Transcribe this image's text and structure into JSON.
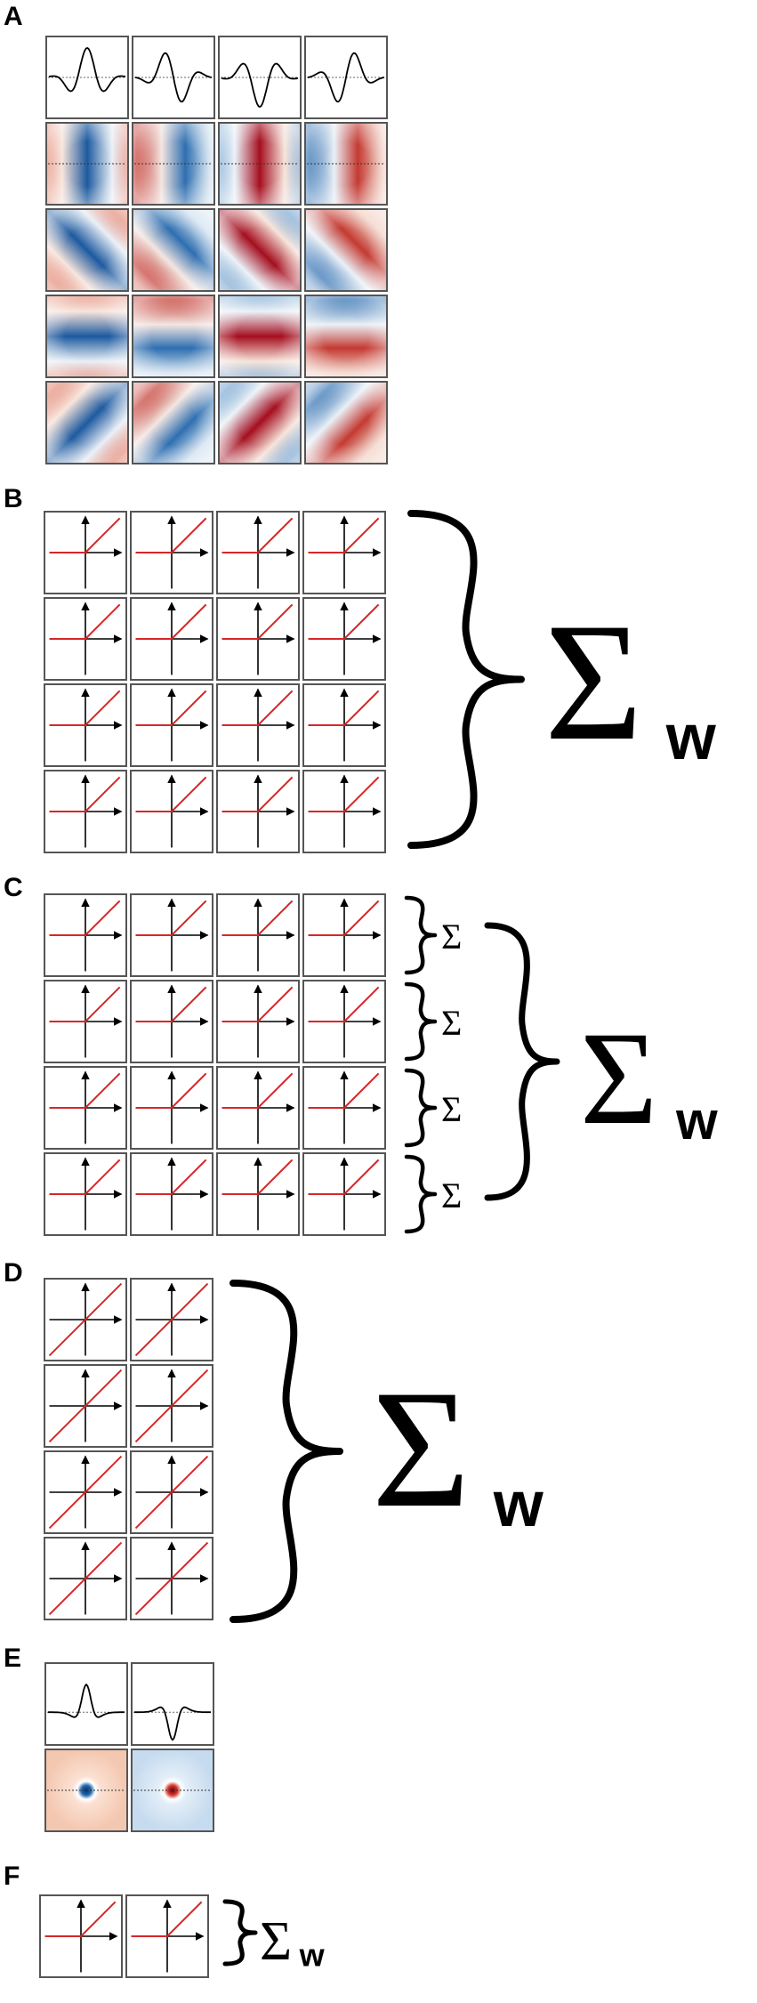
{
  "panels": {
    "A": {
      "label": "A",
      "rows": 5,
      "cols": 4,
      "profile_phases": [
        0,
        90,
        180,
        270
      ],
      "gabor_orientations": [
        "vertical",
        "diagonal-up",
        "horizontal",
        "diagonal-down"
      ]
    },
    "B": {
      "label": "B",
      "rows": 4,
      "cols": 4,
      "nonlinearity": "rectified",
      "sum_symbol": "Σ",
      "sum_subscript": "w"
    },
    "C": {
      "label": "C",
      "rows": 4,
      "cols": 4,
      "nonlinearity": "rectified",
      "row_sum_symbol": "Σ",
      "sum_symbol": "Σ",
      "sum_subscript": "w"
    },
    "D": {
      "label": "D",
      "rows": 4,
      "cols": 2,
      "nonlinearity": "linear",
      "sum_symbol": "Σ",
      "sum_subscript": "w"
    },
    "E": {
      "label": "E",
      "cols": 2,
      "profile_types": [
        "on-center",
        "off-center"
      ]
    },
    "F": {
      "label": "F",
      "cols": 2,
      "nonlinearity": "rectified",
      "sum_symbol": "Σ",
      "sum_subscript": "w"
    }
  },
  "colors": {
    "positive": "#b2182b",
    "negative": "#2166ac",
    "neutral_bg": "#f7f7f7",
    "nonlinearity_line": "#d62728",
    "axis": "#000000",
    "frame": "#555555"
  }
}
